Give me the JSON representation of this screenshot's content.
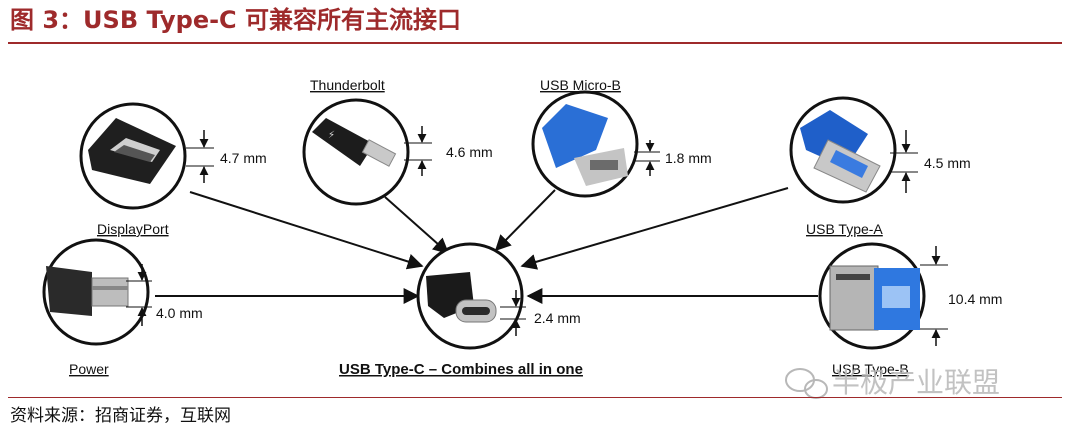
{
  "figure": {
    "title": "图 3：USB Type-C 可兼容所有主流接口",
    "source": "资料来源：招商证券，互联网",
    "watermark": "半极产业联盟"
  },
  "connectors": {
    "displayport": {
      "label": "DisplayPort",
      "dimension": "4.7 mm"
    },
    "thunderbolt": {
      "label": "Thunderbolt",
      "dimension": "4.6 mm"
    },
    "usb_micro_b": {
      "label": "USB Micro-B",
      "dimension": "1.8 mm"
    },
    "usb_type_a": {
      "label": "USB Type-A",
      "dimension": "4.5 mm"
    },
    "power": {
      "label": "Power",
      "dimension": "4.0 mm"
    },
    "usb_type_b": {
      "label": "USB Type-B",
      "dimension": "10.4 mm"
    },
    "usb_type_c": {
      "label": "USB Type-C – Combines all in one",
      "dimension": "2.4 mm"
    }
  },
  "colors": {
    "title_red": "#9e2a2b",
    "usb3_blue": "#2a6fd6",
    "connector_black": "#1a1a1a",
    "metal_gray": "#b9b9b9"
  }
}
